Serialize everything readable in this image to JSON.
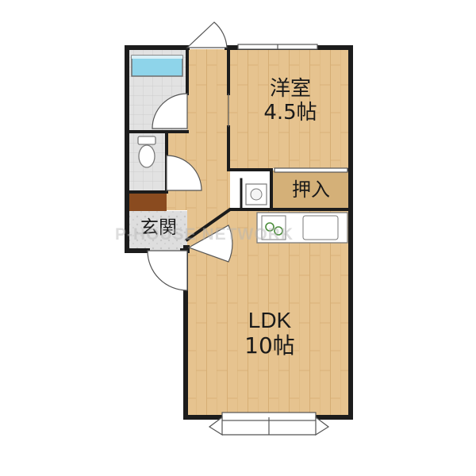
{
  "rooms": {
    "western_room": {
      "name": "洋室",
      "size": "4.5帖"
    },
    "ldk": {
      "name": "LDK",
      "size": "10帖"
    },
    "closet": {
      "name": "押入"
    },
    "entrance": {
      "name": "玄関"
    }
  },
  "watermark": "P-HOUSE NETWORK",
  "colors": {
    "wall": "#1c1c1c",
    "floor": "#e6c38f",
    "floor_grain": "#d6ae74",
    "closet": "#d4b078",
    "tile": "#dcdcdc",
    "bathtub": "#8ed4ea",
    "shoe_box": "#8a4b1f"
  }
}
